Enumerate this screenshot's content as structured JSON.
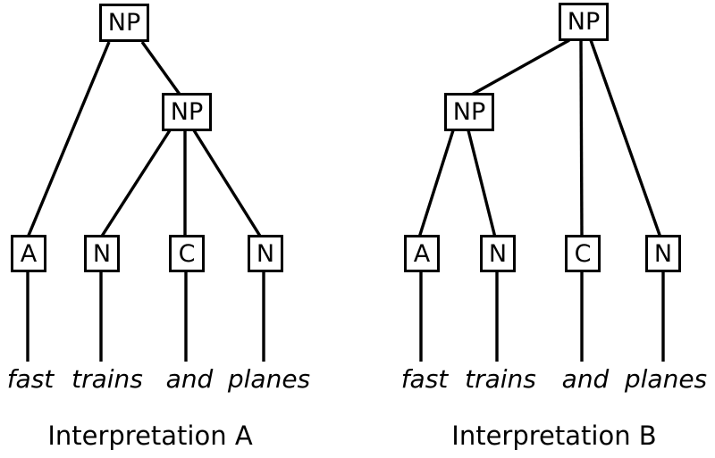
{
  "colors": {
    "background": "#ffffff",
    "line": "#000000",
    "text": "#000000"
  },
  "phrase": "fast trains and planes",
  "tree_a": {
    "caption": "Interpretation A",
    "root_label": "NP",
    "inner_label": "NP",
    "leaf_labels": [
      "A",
      "N",
      "C",
      "N"
    ],
    "words": [
      "fast",
      "trains",
      "and",
      "planes"
    ],
    "structure": "NP -> [ A(fast), NP -> [ N(trains), C(and), N(planes) ] ]"
  },
  "tree_b": {
    "caption": "Interpretation B",
    "root_label": "NP",
    "inner_label": "NP",
    "leaf_labels": [
      "A",
      "N",
      "C",
      "N"
    ],
    "words": [
      "fast",
      "trains",
      "and",
      "planes"
    ],
    "structure": "NP -> [ NP -> [ A(fast), N(trains) ], C(and), N(planes) ]"
  }
}
